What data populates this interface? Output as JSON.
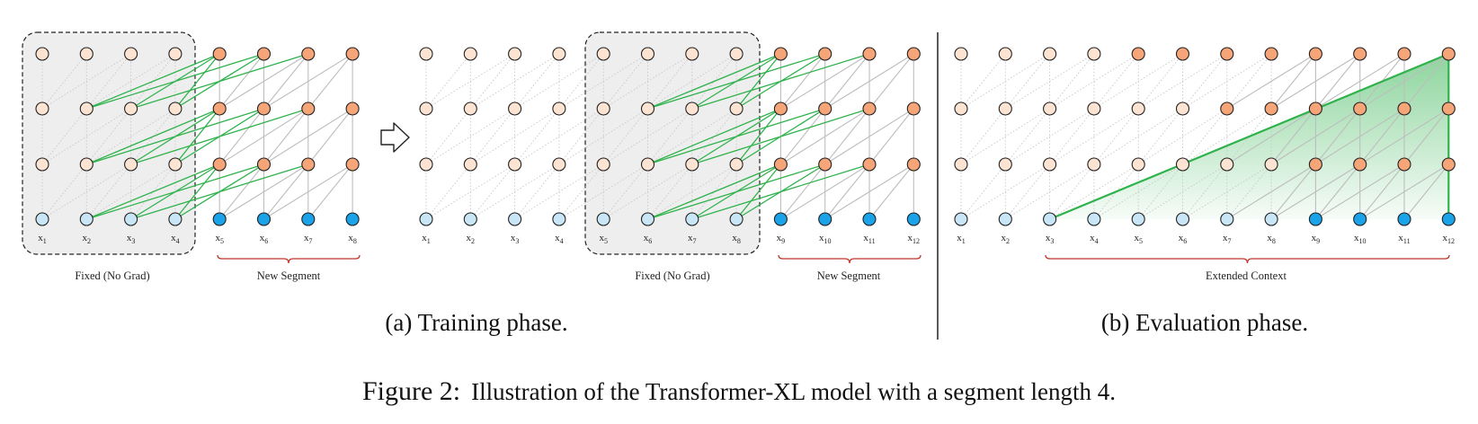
{
  "colors": {
    "input_old": "#c8e6f5",
    "input_new": "#1aa3e8",
    "hidden_old": "#fde3d2",
    "hidden_new": "#f5a578",
    "green": "#2fb24c",
    "grey_dep": "#bdbdbd",
    "dotted_dep": "#c9c9c9",
    "bracket": "#c0392b",
    "box_fill": "#eeeeee"
  },
  "panel_a": {
    "left": {
      "tokens": [
        {
          "base": "x",
          "sub": "1"
        },
        {
          "base": "x",
          "sub": "2"
        },
        {
          "base": "x",
          "sub": "3"
        },
        {
          "base": "x",
          "sub": "4"
        },
        {
          "base": "x",
          "sub": "5"
        },
        {
          "base": "x",
          "sub": "6"
        },
        {
          "base": "x",
          "sub": "7"
        },
        {
          "base": "x",
          "sub": "8"
        }
      ],
      "fixed_label": "Fixed (No Grad)",
      "new_label": "New Segment"
    },
    "right": {
      "tokens": [
        {
          "base": "x",
          "sub": "1"
        },
        {
          "base": "x",
          "sub": "2"
        },
        {
          "base": "x",
          "sub": "3"
        },
        {
          "base": "x",
          "sub": "4"
        },
        {
          "base": "x",
          "sub": "5"
        },
        {
          "base": "x",
          "sub": "6"
        },
        {
          "base": "x",
          "sub": "7"
        },
        {
          "base": "x",
          "sub": "8"
        },
        {
          "base": "x",
          "sub": "9"
        },
        {
          "base": "x",
          "sub": "10"
        },
        {
          "base": "x",
          "sub": "11"
        },
        {
          "base": "x",
          "sub": "12"
        }
      ],
      "fixed_label": "Fixed (No Grad)",
      "new_label": "New Segment"
    },
    "caption": "(a) Training phase."
  },
  "panel_b": {
    "tokens": [
      {
        "base": "x",
        "sub": "1"
      },
      {
        "base": "x",
        "sub": "2"
      },
      {
        "base": "x",
        "sub": "3"
      },
      {
        "base": "x",
        "sub": "4"
      },
      {
        "base": "x",
        "sub": "5"
      },
      {
        "base": "x",
        "sub": "6"
      },
      {
        "base": "x",
        "sub": "7"
      },
      {
        "base": "x",
        "sub": "8"
      },
      {
        "base": "x",
        "sub": "9"
      },
      {
        "base": "x",
        "sub": "10"
      },
      {
        "base": "x",
        "sub": "11"
      },
      {
        "base": "x",
        "sub": "12"
      }
    ],
    "context_label": "Extended Context",
    "caption": "(b) Evaluation phase."
  },
  "figure_caption": {
    "prefix": "Figure 2:",
    "text": "Illustration of the Transformer-XL model with a segment length 4."
  }
}
